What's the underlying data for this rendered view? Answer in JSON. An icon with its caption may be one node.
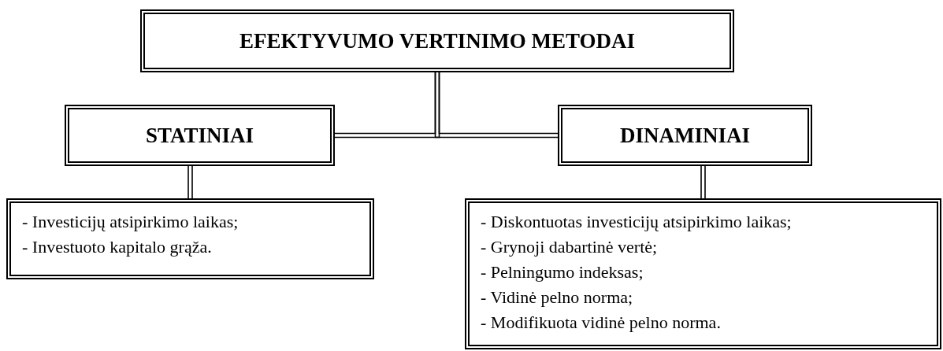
{
  "diagram": {
    "nodes": [
      {
        "text": [
          "EFEKTYVUMO VERTINIMO METODAI"
        ]
      },
      {
        "text": [
          "STATINIAI"
        ]
      },
      {
        "text": [
          "DINAMINIAI"
        ]
      },
      {
        "text": [
          "- Investicijų atsipirkimo laikas;",
          "- Investuoto kapitalo grąža."
        ]
      },
      {
        "text": [
          "- Diskontuotas investicijų atsipirkimo laikas;",
          "- Grynoji dabartinė vertė;",
          "- Pelningumo indeksas;",
          "- Vidinė pelno norma;",
          "- Modifikuota vidinė pelno norma."
        ]
      }
    ],
    "edges": [
      {
        "from": 0,
        "to": 1,
        "arrow": "none"
      },
      {
        "from": 0,
        "to": 2,
        "arrow": "none"
      },
      {
        "from": 1,
        "to": 3,
        "arrow": "none"
      },
      {
        "from": 2,
        "to": 4,
        "arrow": "none"
      }
    ]
  }
}
